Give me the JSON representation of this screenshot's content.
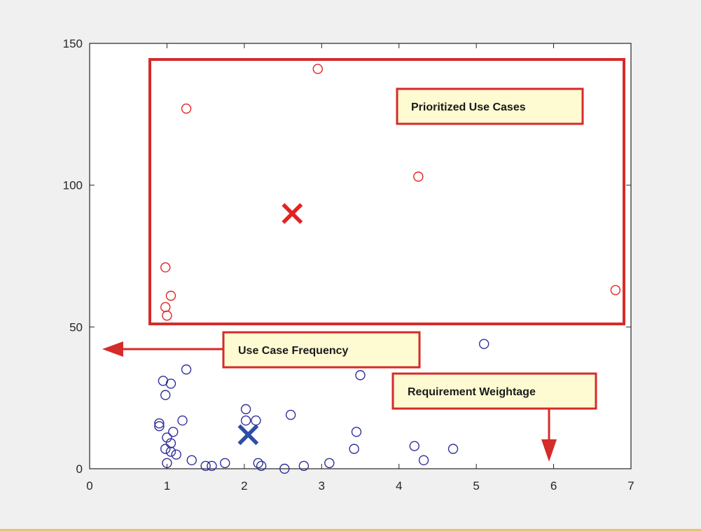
{
  "chart_data": {
    "type": "scatter",
    "xlim": [
      0,
      7
    ],
    "ylim": [
      0,
      150
    ],
    "x_ticks": [
      0,
      1,
      2,
      3,
      4,
      5,
      6,
      7
    ],
    "y_ticks": [
      0,
      50,
      100,
      150
    ],
    "grid": false,
    "series": [
      {
        "marker": "circle",
        "color": "#2f2f9a",
        "points": [
          [
            0.9,
            16
          ],
          [
            0.9,
            15
          ],
          [
            0.95,
            31
          ],
          [
            0.98,
            26
          ],
          [
            1.0,
            11
          ],
          [
            0.98,
            7
          ],
          [
            1.05,
            30
          ],
          [
            1.05,
            9
          ],
          [
            1.05,
            6
          ],
          [
            1.08,
            13
          ],
          [
            1.12,
            5
          ],
          [
            1.0,
            2
          ],
          [
            1.2,
            17
          ],
          [
            1.25,
            35
          ],
          [
            1.32,
            3
          ],
          [
            1.5,
            1
          ],
          [
            1.58,
            1
          ],
          [
            1.75,
            2
          ],
          [
            2.02,
            21
          ],
          [
            2.02,
            17
          ],
          [
            2.15,
            17
          ],
          [
            2.18,
            2
          ],
          [
            2.22,
            1
          ],
          [
            2.52,
            0
          ],
          [
            2.6,
            19
          ],
          [
            2.77,
            1
          ],
          [
            3.1,
            2
          ],
          [
            3.42,
            7
          ],
          [
            3.45,
            13
          ],
          [
            3.5,
            33
          ],
          [
            4.2,
            8
          ],
          [
            4.32,
            3
          ],
          [
            4.7,
            7
          ],
          [
            5.1,
            44
          ]
        ]
      },
      {
        "marker": "circle",
        "color": "#e32222",
        "points": [
          [
            1.25,
            127
          ],
          [
            2.95,
            141
          ],
          [
            4.25,
            103
          ],
          [
            0.98,
            71
          ],
          [
            1.05,
            61
          ],
          [
            0.98,
            57
          ],
          [
            1.0,
            54
          ],
          [
            6.8,
            63
          ]
        ]
      }
    ],
    "centroids": [
      {
        "x": 2.05,
        "y": 12,
        "marker": "x",
        "color": "#2d4ea6"
      },
      {
        "x": 2.62,
        "y": 90,
        "marker": "x",
        "color": "#e32222"
      }
    ],
    "annotations": {
      "prioritized": "Prioritized Use Cases",
      "frequency": "Use Case Frequency",
      "weightage": "Requirement Weightage"
    },
    "colors": {
      "callout_border": "#d52b2b",
      "callout_fill": "#fefbd2",
      "arrow": "#d52b2b"
    }
  }
}
